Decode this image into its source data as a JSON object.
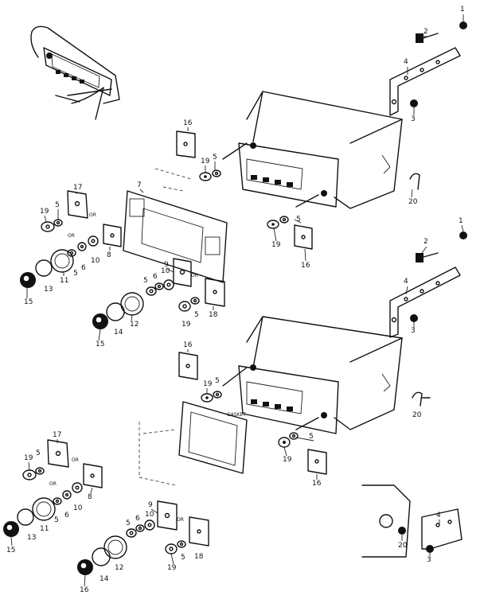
{
  "callouts": [
    {
      "id": "c-1a",
      "text": "1"
    },
    {
      "id": "c-2a",
      "text": "2"
    },
    {
      "id": "c-4a",
      "text": "4"
    },
    {
      "id": "c-3a",
      "text": "3"
    },
    {
      "id": "c-16a",
      "text": "16"
    },
    {
      "id": "c-19a",
      "text": "19"
    },
    {
      "id": "c-5a",
      "text": "5"
    },
    {
      "id": "c-20a",
      "text": "20"
    },
    {
      "id": "c-7",
      "text": "7"
    },
    {
      "id": "c-17a",
      "text": "17"
    },
    {
      "id": "c-19b",
      "text": "19"
    },
    {
      "id": "c-5b",
      "text": "5"
    },
    {
      "id": "c-8a",
      "text": "8"
    },
    {
      "id": "c-11a",
      "text": "11"
    },
    {
      "id": "c-5c",
      "text": "5"
    },
    {
      "id": "c-6a",
      "text": "6"
    },
    {
      "id": "c-10a",
      "text": "10"
    },
    {
      "id": "c-15a",
      "text": "15"
    },
    {
      "id": "c-13a",
      "text": "13"
    },
    {
      "id": "c-5d",
      "text": "5"
    },
    {
      "id": "c-19c",
      "text": "19"
    },
    {
      "id": "c-16b",
      "text": "16"
    },
    {
      "id": "c-9a",
      "text": "9"
    },
    {
      "id": "c-5e",
      "text": "5"
    },
    {
      "id": "c-6b",
      "text": "6"
    },
    {
      "id": "c-10b",
      "text": "10"
    },
    {
      "id": "c-18a",
      "text": "18"
    },
    {
      "id": "c-5f",
      "text": "5"
    },
    {
      "id": "c-19d",
      "text": "19"
    },
    {
      "id": "c-12a",
      "text": "12"
    },
    {
      "id": "c-14a",
      "text": "14"
    },
    {
      "id": "c-15b",
      "text": "15"
    },
    {
      "id": "c-1b",
      "text": "1"
    },
    {
      "id": "c-2b",
      "text": "2"
    },
    {
      "id": "c-4b",
      "text": "4"
    },
    {
      "id": "c-3b",
      "text": "3"
    },
    {
      "id": "c-16c",
      "text": "16"
    },
    {
      "id": "c-19e",
      "text": "19"
    },
    {
      "id": "c-5g",
      "text": "5"
    },
    {
      "id": "c-20b",
      "text": "20"
    },
    {
      "id": "c-5h",
      "text": "5"
    },
    {
      "id": "c-19f",
      "text": "19"
    },
    {
      "id": "c-16d",
      "text": "16"
    },
    {
      "id": "c-17b",
      "text": "17"
    },
    {
      "id": "c-19g",
      "text": "19"
    },
    {
      "id": "c-5i",
      "text": "5"
    },
    {
      "id": "c-8b",
      "text": "8"
    },
    {
      "id": "c-10c",
      "text": "10"
    },
    {
      "id": "c-6c",
      "text": "6"
    },
    {
      "id": "c-5j",
      "text": "5"
    },
    {
      "id": "c-11b",
      "text": "11"
    },
    {
      "id": "c-15c",
      "text": "15"
    },
    {
      "id": "c-13b",
      "text": "13"
    },
    {
      "id": "c-9b",
      "text": "9"
    },
    {
      "id": "c-5k",
      "text": "5"
    },
    {
      "id": "c-6d",
      "text": "6"
    },
    {
      "id": "c-10d",
      "text": "10"
    },
    {
      "id": "c-18b",
      "text": "18"
    },
    {
      "id": "c-5l",
      "text": "5"
    },
    {
      "id": "c-19h",
      "text": "19"
    },
    {
      "id": "c-12b",
      "text": "12"
    },
    {
      "id": "c-14b",
      "text": "14"
    },
    {
      "id": "c-16e",
      "text": "16"
    },
    {
      "id": "c-4c",
      "text": "4"
    },
    {
      "id": "c-20c",
      "text": "20"
    },
    {
      "id": "c-3c",
      "text": "3"
    }
  ],
  "or_marks": [
    "OR",
    "OR",
    "OR",
    "OR",
    "OR",
    "OR"
  ],
  "gasket_label": "GASKET"
}
